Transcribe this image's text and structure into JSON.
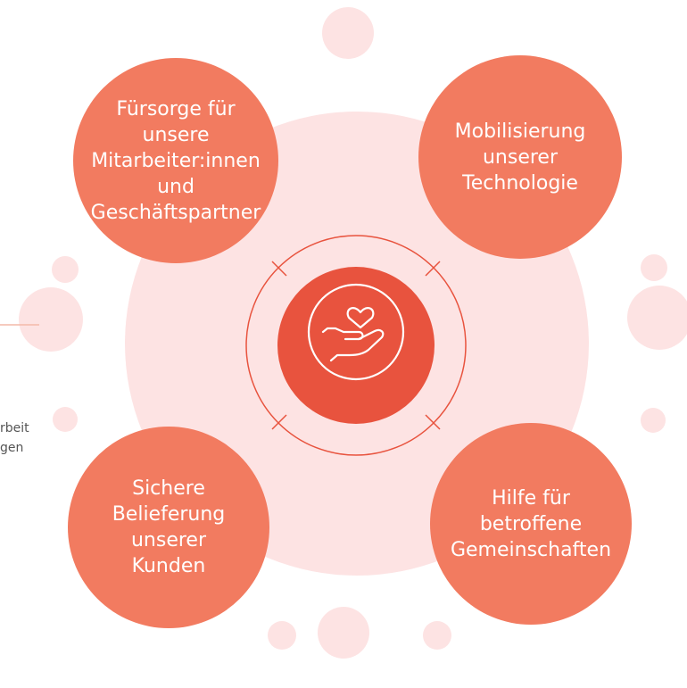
{
  "colors": {
    "background": "#ffffff",
    "soft_pink": "#fde3e3",
    "node_fill": "#f27b60",
    "center_fill": "#e8533e",
    "ring_stroke": "#e8533e",
    "connector": "#f4b9a9"
  },
  "nodes": {
    "top_left": "Fürsorge für\nunsere\nMitarbeiter:innen\nund\nGeschäftspartner",
    "top_right": "Mobilisierung\nunserer\nTechnologie",
    "bottom_left": "Sichere\nBelieferung\nunserer\nKunden",
    "bottom_right": "Hilfe für\nbetroffene\nGemeinschaften"
  },
  "center_icon": "heart-in-hand-icon",
  "cut_off_text": {
    "line1": "rbeit",
    "line2": "gen"
  }
}
